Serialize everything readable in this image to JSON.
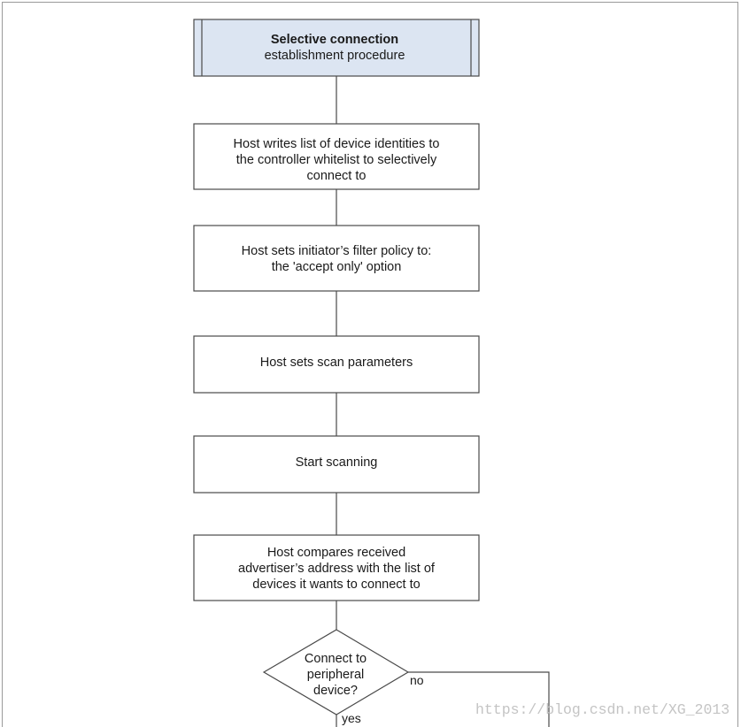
{
  "title_box": {
    "line1": "Selective connection",
    "line2": "establishment procedure"
  },
  "steps": [
    {
      "lines": [
        "Host writes list of device identities to",
        "the controller whitelist to selectively",
        "connect to"
      ]
    },
    {
      "lines": [
        "Host sets initiator’s filter policy to:",
        "the 'accept only' option"
      ]
    },
    {
      "lines": [
        "Host sets scan parameters"
      ]
    },
    {
      "lines": [
        "Start scanning"
      ]
    },
    {
      "lines": [
        "Host compares received",
        "advertiser’s address with the list of",
        "devices it wants to connect to"
      ]
    }
  ],
  "decision": {
    "lines": [
      "Connect to",
      "peripheral",
      "device?"
    ],
    "no_label": "no",
    "yes_label": "yes"
  },
  "watermark": "https://blog.csdn.net/XG_2013",
  "colors": {
    "title_fill": "#dce5f2",
    "stroke": "#4a4a4a",
    "watermark": "#c4c4c4"
  }
}
